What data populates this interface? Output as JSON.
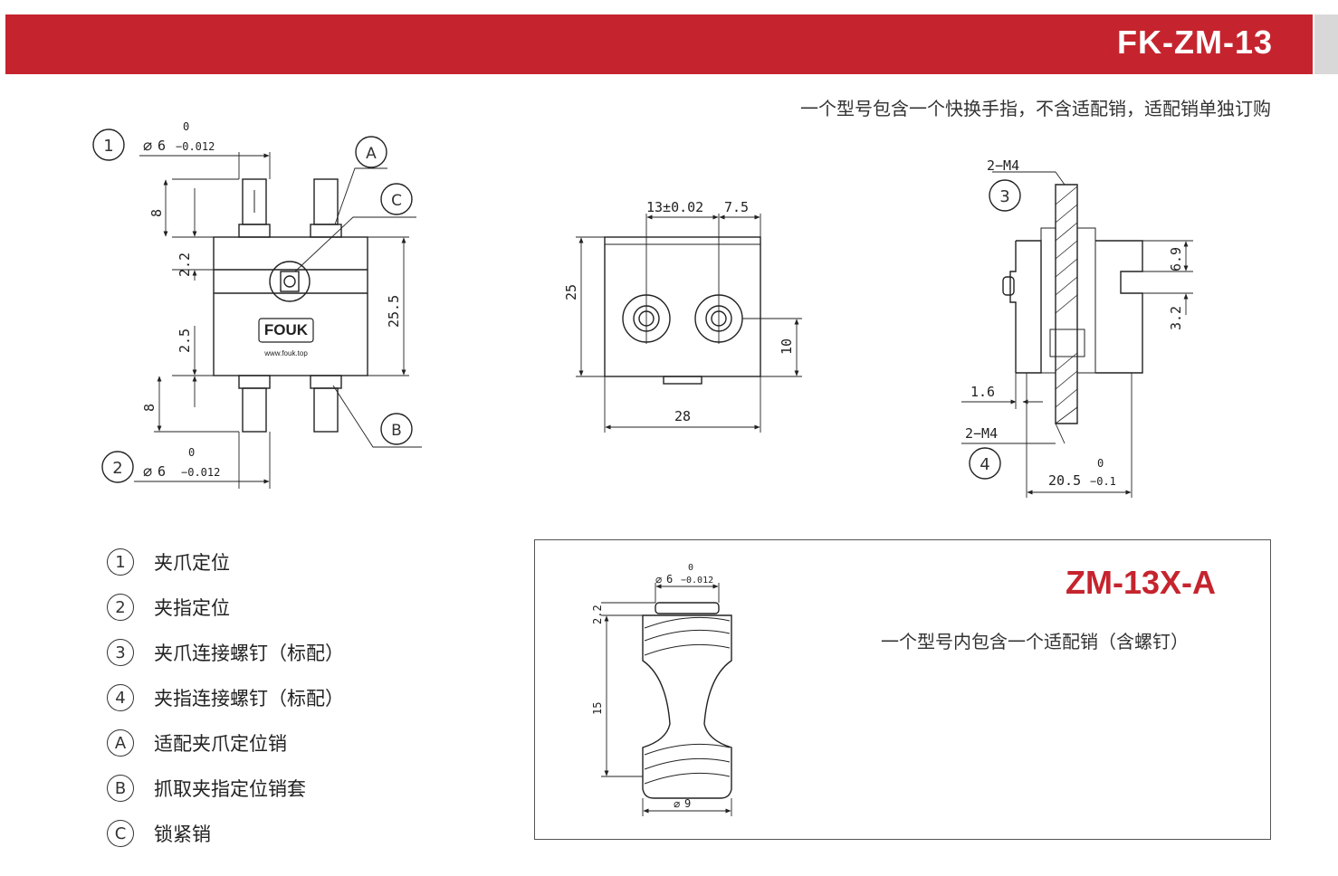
{
  "header": {
    "title": "FK-ZM-13"
  },
  "subtitle": "一个型号包含一个快换手指，不含适配销，适配销单独订购",
  "front_view": {
    "callout_1": "1",
    "callout_2": "2",
    "callout_a": "A",
    "callout_b": "B",
    "callout_c": "C",
    "dia_top": "6",
    "dia_top_tol_upper": "0",
    "dia_top_tol_lower": "−0.012",
    "dia_bottom": "6",
    "dia_bottom_tol_upper": "0",
    "dia_bottom_tol_lower": "−0.012",
    "dim_top_pin": "8",
    "dim_top_gap": "2.2",
    "dim_height": "25.5",
    "dim_bottom_gap": "2.5",
    "dim_bottom_pin": "8",
    "logo_text": "FOUK",
    "logo_url": "www.fouk.top"
  },
  "side_view": {
    "dim_holes": "13±0.02",
    "dim_offset": "7.5",
    "dim_height": "25",
    "dim_hole_height": "10",
    "dim_width": "28"
  },
  "section_view": {
    "callout_3": "3",
    "callout_4": "4",
    "thread_top": "2−M4",
    "thread_bottom": "2−M4",
    "dim_69": "6.9",
    "dim_32": "3.2",
    "dim_16": "1.6",
    "dim_width": "20.5",
    "dim_width_tol_upper": "0",
    "dim_width_tol_lower": "−0.1"
  },
  "legend": [
    {
      "badge": "1",
      "text": "夹爪定位"
    },
    {
      "badge": "2",
      "text": "夹指定位"
    },
    {
      "badge": "3",
      "text": "夹爪连接螺钉（标配）"
    },
    {
      "badge": "4",
      "text": "夹指连接螺钉（标配）"
    },
    {
      "badge": "A",
      "text": "适配夹爪定位销"
    },
    {
      "badge": "B",
      "text": "抓取夹指定位销套"
    },
    {
      "badge": "C",
      "text": "锁紧销"
    }
  ],
  "accessory": {
    "title": "ZM-13X-A",
    "subtitle": "一个型号内包含一个适配销（含螺钉）",
    "dia_top": "6",
    "dia_top_tol_upper": "0",
    "dia_top_tol_lower": "−0.012",
    "dim_top": "2.2",
    "dim_height": "15",
    "dia_bottom": "9"
  },
  "colors": {
    "brand_red": "#c5242e",
    "header_side": "#d8d8d8",
    "line": "#222222"
  }
}
